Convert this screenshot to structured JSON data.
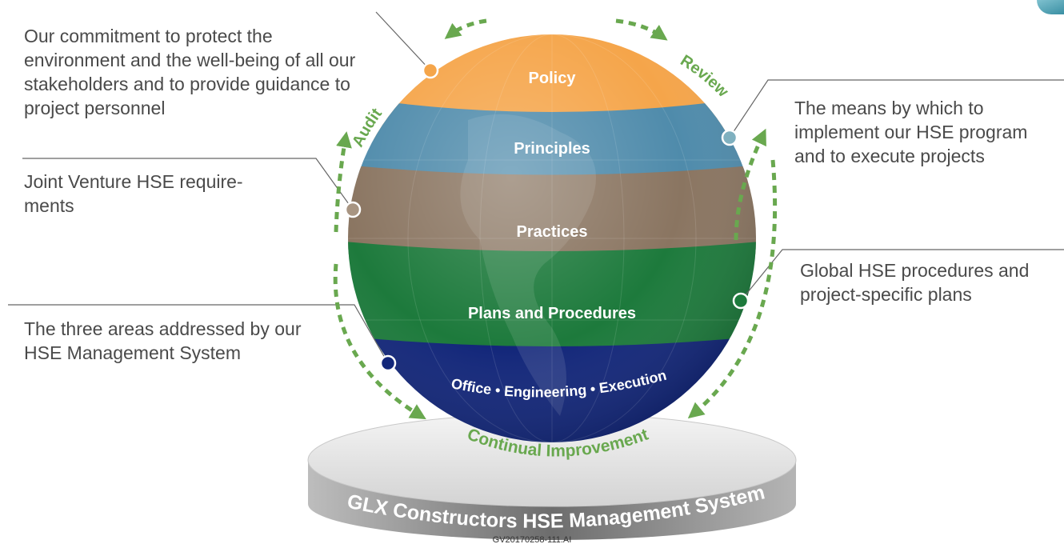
{
  "layers": [
    {
      "label": "Policy",
      "color": "#f5a54a"
    },
    {
      "label": "Principles",
      "color": "#4f8bab"
    },
    {
      "label": "Practices",
      "color": "#8a7561"
    },
    {
      "label": "Plans and Procedures",
      "color": "#1d7a3c"
    },
    {
      "label": "Office • Engineering • Execution",
      "color": "#13277a"
    }
  ],
  "callouts": {
    "policy": "Our commitment to protect the environment and the well-being of all our stakeholders and to provide guidance to project personnel",
    "principles": "The means by which to implement our HSE program and to execute projects",
    "practices": "Joint Venture HSE require-ments",
    "plans": "Global HSE procedures and project-specific plans",
    "areas": "The three areas addressed by our HSE Management System"
  },
  "cycle": {
    "audit": "Audit",
    "review": "Review",
    "continual": "Continual Improvement",
    "color": "#69a84f"
  },
  "base_label": "GLX Constructors HSE Management System",
  "file_id": "GV20170258-111.AI"
}
